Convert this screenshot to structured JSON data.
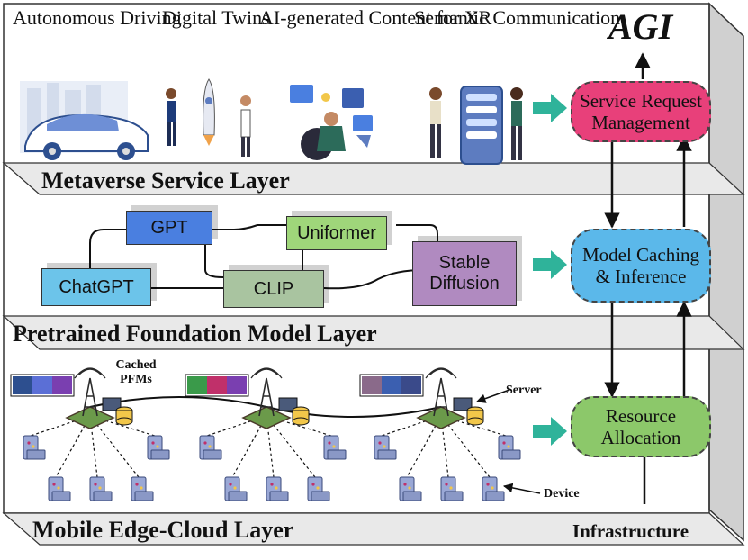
{
  "top_labels": {
    "autonomous": "Autonomous\nDriving",
    "twins": "Digital\nTwins",
    "aigc": "AI-generated\nContent for XR",
    "semantic": "Semantic\nCommunication"
  },
  "agi": "AGI",
  "nodes": {
    "service": "Service Request\nManagement",
    "model": "Model Caching\n& Inference",
    "resource": "Resource\nAllocation"
  },
  "layers": {
    "metaverse": "Metaverse Service Layer",
    "pfm": "Pretrained Foundation Model Layer",
    "edge": "Mobile Edge-Cloud Layer"
  },
  "models": {
    "gpt": "GPT",
    "uniformer": "Uniformer",
    "stable": "Stable\nDiffusion",
    "chatgpt": "ChatGPT",
    "clip": "CLIP"
  },
  "edge_labels": {
    "cached": "Cached\nPFMs",
    "server": "Server",
    "device": "Device",
    "infra": "Infrastructure"
  },
  "colors": {
    "service_fill": "#e8407a",
    "model_fill": "#5bb8ea",
    "resource_fill": "#8cc86a",
    "gpt": "#4a7fe0",
    "uniformer": "#9fd67a",
    "stable": "#b08ac0",
    "chatgpt": "#6cc4ea",
    "clip": "#a9c4a0",
    "arrow_green": "#2fb39a"
  }
}
